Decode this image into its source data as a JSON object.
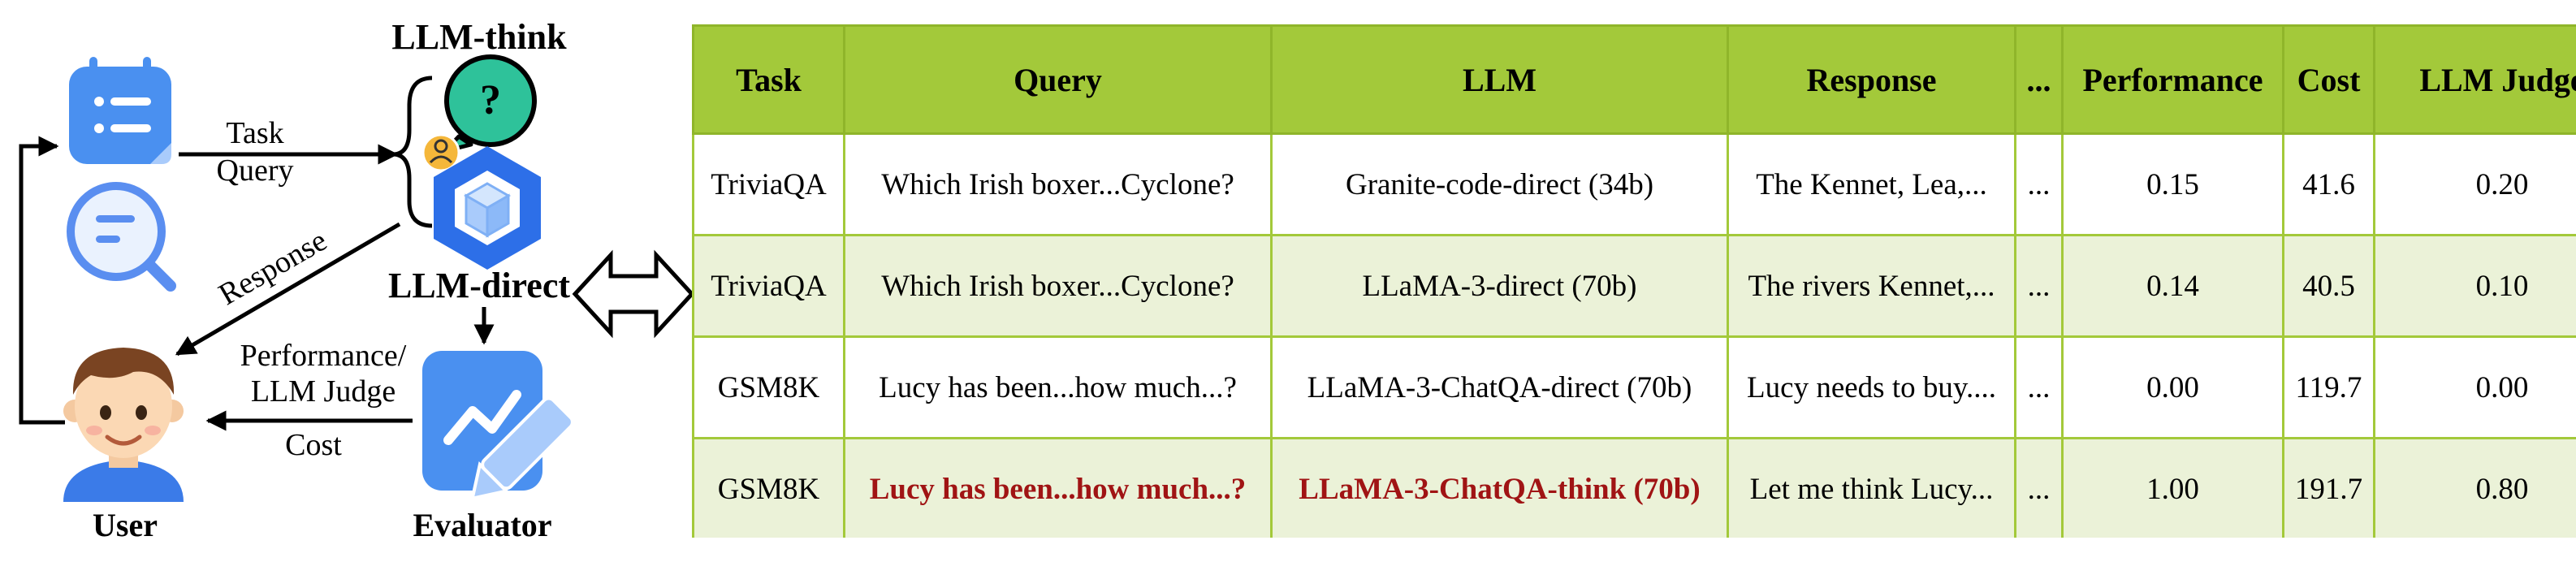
{
  "diagram": {
    "llm_think_label": "LLM-think",
    "llm_direct_label": "LLM-direct",
    "question_mark": "?",
    "task_label": "Task",
    "query_label": "Query",
    "response_label": "Response",
    "performance_label": "Performance/",
    "llm_judge_label": "LLM Judge",
    "cost_label": "Cost",
    "user_label": "User",
    "evaluator_label": "Evaluator"
  },
  "icons": {
    "calendar": "calendar-icon",
    "search": "search-icon",
    "thinking_bubble": "thinking-bubble-icon",
    "llm_cube": "cube-icon",
    "user_avatar": "user-avatar-icon",
    "evaluator": "evaluator-pen-icon",
    "double_arrow": "double-arrow-icon"
  },
  "colors": {
    "header_green": "#a3c93a",
    "row_tint": "#ebf2d8",
    "highlight_red": "#a01414",
    "icon_blue": "#4a90f0",
    "bubble_teal": "#2ec29a"
  },
  "table": {
    "headers": [
      "Task",
      "Query",
      "LLM",
      "Response",
      "...",
      "Performance",
      "Cost",
      "LLM Judge"
    ],
    "rows": [
      {
        "task": "TriviaQA",
        "query": "Which Irish boxer...Cyclone?",
        "llm": "Granite-code-direct (34b)",
        "response": "The Kennet, Lea,...",
        "ellipsis": "...",
        "performance": "0.15",
        "cost": "41.6",
        "judge": "0.20"
      },
      {
        "task": "TriviaQA",
        "query": "Which Irish boxer...Cyclone?",
        "llm": "LLaMA-3-direct (70b)",
        "response": "The rivers Kennet,...",
        "ellipsis": "...",
        "performance": "0.14",
        "cost": "40.5",
        "judge": "0.10"
      },
      {
        "task": "GSM8K",
        "query": "Lucy has been...how much...?",
        "llm": "LLaMA-3-ChatQA-direct (70b)",
        "response": "Lucy needs to buy....",
        "ellipsis": "...",
        "performance": "0.00",
        "cost": "119.7",
        "judge": "0.00"
      },
      {
        "task": "GSM8K",
        "query": "Lucy has been...how much...?",
        "llm": "LLaMA-3-ChatQA-think (70b)",
        "response": "Let me think Lucy...",
        "ellipsis": "...",
        "performance": "1.00",
        "cost": "191.7",
        "judge": "0.80"
      }
    ]
  }
}
